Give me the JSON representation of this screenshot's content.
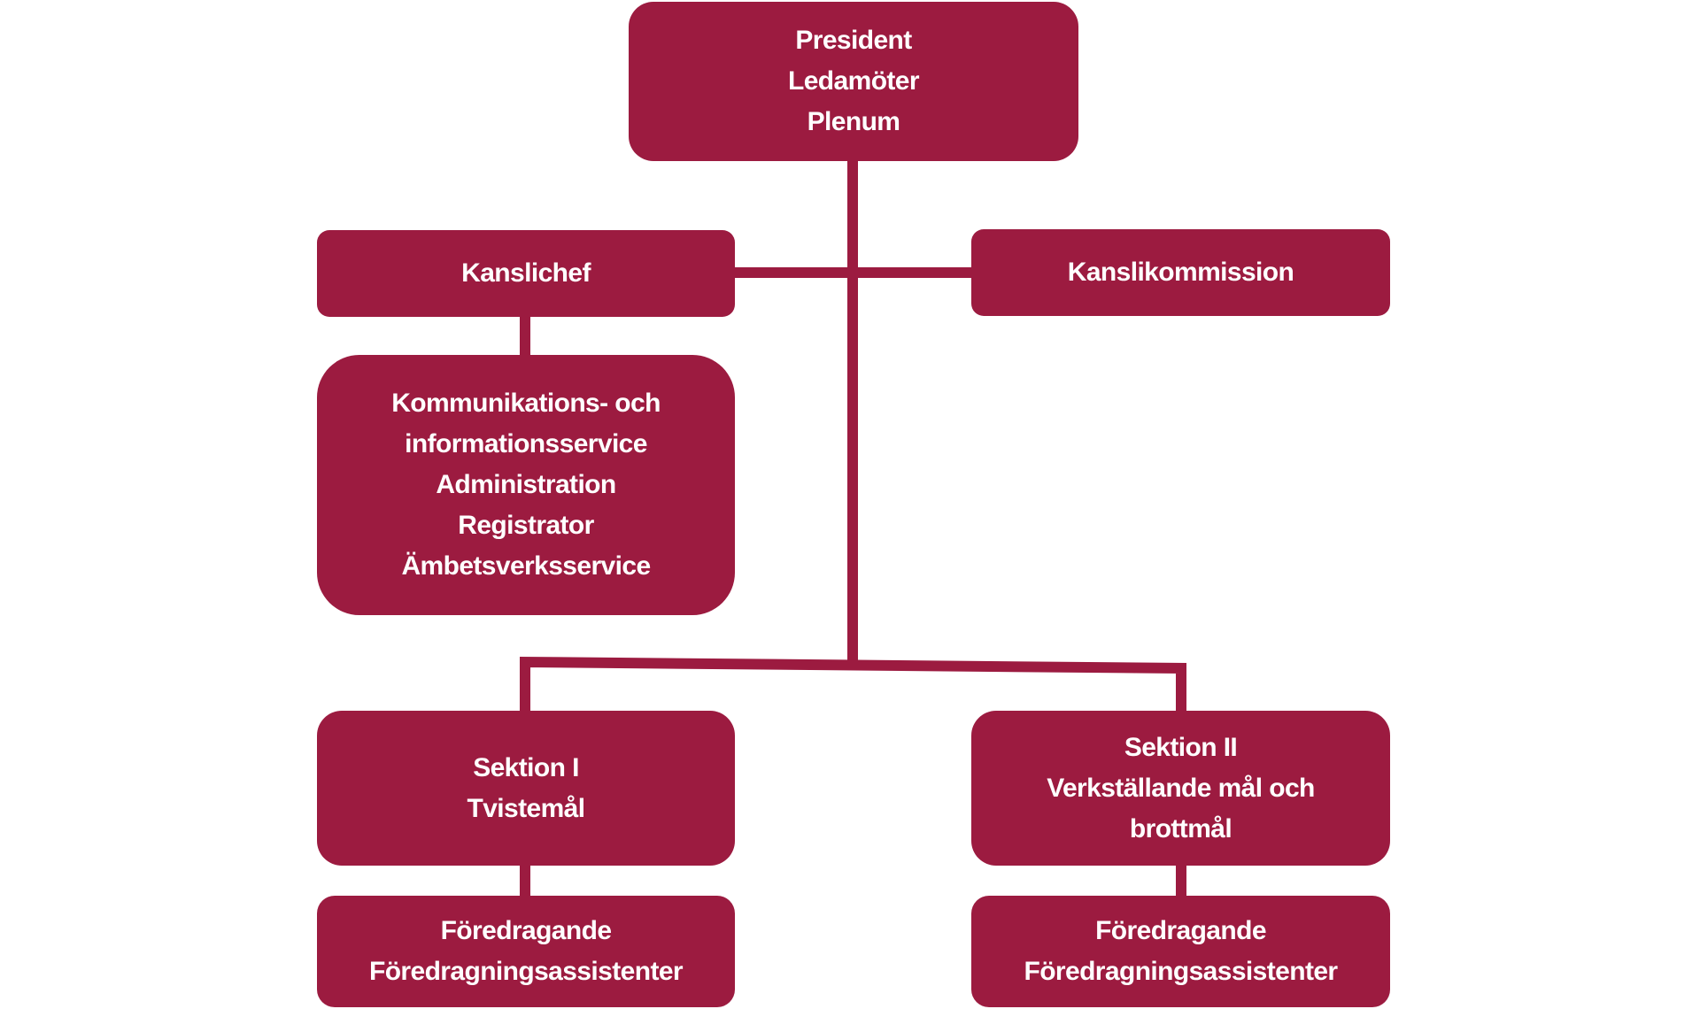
{
  "accent_color": "#9C1B40",
  "nodes": {
    "president": [
      "President",
      "Ledamöter",
      "Plenum"
    ],
    "kanslichef": [
      "Kanslichef"
    ],
    "kanslikommission": [
      "Kanslikommission"
    ],
    "kansli_units": [
      "Kommunikations- och",
      "informationsservice",
      "Administration",
      "Registrator",
      "Ämbetsverksservice"
    ],
    "sektion1": [
      "Sektion I",
      "Tvistemål"
    ],
    "sektion2": [
      "Sektion II",
      "Verkställande mål och",
      "brottmål"
    ],
    "sektion1_staff": [
      "Föredragande",
      "Föredragningsassistenter"
    ],
    "sektion2_staff": [
      "Föredragande",
      "Föredragningsassistenter"
    ]
  }
}
